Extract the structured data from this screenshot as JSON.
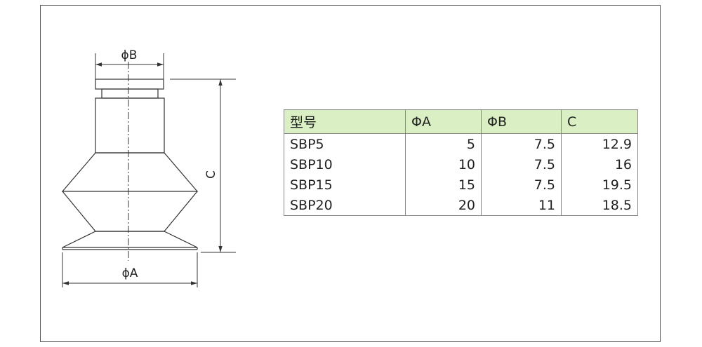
{
  "diagram": {
    "label_phi_b": "ϕB",
    "label_phi_a": "ϕA",
    "label_c": "C"
  },
  "table": {
    "headers": [
      "型号",
      "ΦA",
      "ΦB",
      "C"
    ],
    "rows": [
      [
        "SBP5",
        "5",
        "7.5",
        "12.9"
      ],
      [
        "SBP10",
        "10",
        "7.5",
        "16"
      ],
      [
        "SBP15",
        "15",
        "7.5",
        "19.5"
      ],
      [
        "SBP20",
        "20",
        "11",
        "18.5"
      ]
    ]
  }
}
